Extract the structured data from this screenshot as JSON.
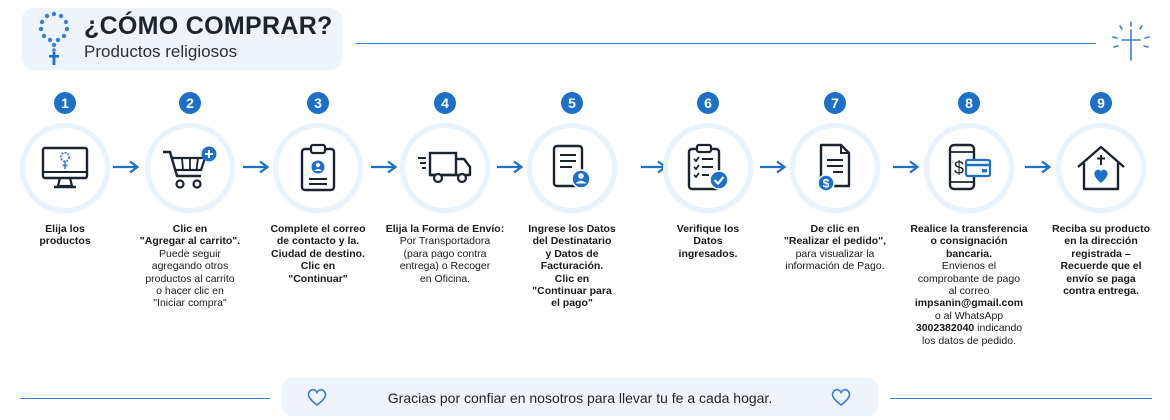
{
  "header": {
    "title": "¿CÓMO COMPRAR?",
    "subtitle": "Productos religiosos"
  },
  "accent_color": "#1d70c8",
  "icons": [
    "rosary-icon",
    "computer-rosary-icon",
    "cart-add-icon",
    "clipboard-user-icon",
    "truck-icon",
    "document-user-icon",
    "checklist-icon",
    "invoice-dollar-icon",
    "phone-payment-icon",
    "house-cross-heart-icon",
    "heart-icon",
    "sparkle-cross-icon"
  ],
  "steps": [
    {
      "number": "1",
      "lines": [
        [
          "b",
          "Elija los"
        ],
        [
          "b",
          "productos"
        ]
      ]
    },
    {
      "number": "2",
      "lines": [
        [
          "b",
          "Clic en"
        ],
        [
          "b",
          "\"Agregar al carrito\"."
        ],
        [
          "n",
          "Puede seguir"
        ],
        [
          "n",
          "agregando otros"
        ],
        [
          "n",
          "productos al carrito"
        ],
        [
          "n",
          "o hacer clic en"
        ],
        [
          "n",
          "\"Iniciar compra\""
        ]
      ]
    },
    {
      "number": "3",
      "lines": [
        [
          "b",
          "Complete el correo"
        ],
        [
          "b",
          "de contacto y la."
        ],
        [
          "b",
          "Ciudad de destino."
        ],
        [
          "b",
          "Clic en"
        ],
        [
          "b",
          "\"Continuar\""
        ]
      ]
    },
    {
      "number": "4",
      "lines": [
        [
          "b",
          "Elija la Forma de Envío:"
        ],
        [
          "n",
          "Por Transportadora"
        ],
        [
          "n",
          "(para pago contra"
        ],
        [
          "n",
          "entrega) o Recoger"
        ],
        [
          "n",
          "en Oficina."
        ]
      ]
    },
    {
      "number": "5",
      "lines": [
        [
          "b",
          "Ingrese los Datos"
        ],
        [
          "b",
          "del Destinatario"
        ],
        [
          "b",
          "y Datos de"
        ],
        [
          "b",
          "Facturación."
        ],
        [
          "b",
          "Clic en"
        ],
        [
          "b",
          "\"Continuar para"
        ],
        [
          "b",
          "el pago\""
        ]
      ]
    },
    {
      "number": "6",
      "lines": [
        [
          "b",
          "Verifique los"
        ],
        [
          "b",
          "Datos"
        ],
        [
          "b",
          "ingresados."
        ]
      ]
    },
    {
      "number": "7",
      "lines": [
        [
          "b",
          "De clic en"
        ],
        [
          "b",
          "\"Realizar el pedido\","
        ],
        [
          "n",
          "para visualizar la"
        ],
        [
          "n",
          "información de Pago."
        ]
      ]
    },
    {
      "number": "8",
      "lines": [
        [
          "b",
          "Realice la transferencia"
        ],
        [
          "b",
          "o consignación"
        ],
        [
          "b",
          "bancaria."
        ],
        [
          "n",
          "Envienos el"
        ],
        [
          "n",
          "comprobante de pago"
        ],
        [
          "n",
          "al correo"
        ],
        [
          "b",
          "impsanin@gmail.com"
        ],
        [
          "n",
          "o al WhatsApp"
        ],
        [
          "m",
          "3002382040|indicando"
        ],
        [
          "n",
          "los datos de pedido."
        ]
      ]
    },
    {
      "number": "9",
      "lines": [
        [
          "b",
          "Reciba su producto"
        ],
        [
          "b",
          "en la dirección"
        ],
        [
          "b",
          "registrada –"
        ],
        [
          "b",
          "Recuerde que el"
        ],
        [
          "b",
          "envío se paga"
        ],
        [
          "b",
          "contra entrega."
        ]
      ]
    }
  ],
  "footer": {
    "message": "Gracias por confiar en nosotros para llevar tu fe a cada hogar."
  }
}
